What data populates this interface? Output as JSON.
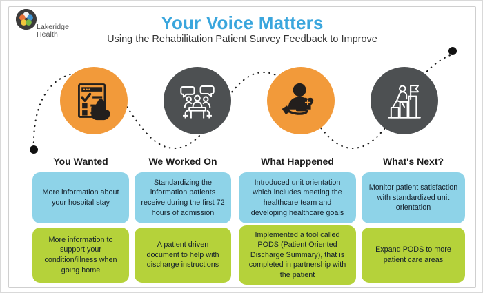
{
  "brand": {
    "logo_icon": "lakeridge-health-petal-logo",
    "name": "Lakeridge\nHealth",
    "logo_colors": {
      "circle": "#3b3b3b",
      "petal_orange": "#e8733a",
      "petal_yellow": "#f2c63c",
      "petal_green": "#77b843",
      "petal_blue": "#3f93d1",
      "petal_white": "#f2f2f2"
    }
  },
  "header": {
    "title": "Your Voice Matters",
    "subtitle": "Using the Rehabilitation Patient Survey Feedback to Improve",
    "title_color": "#3aa6dd"
  },
  "journey": {
    "start_dot": "black-dot-start",
    "end_dot": "black-dot-end",
    "path_style": "dotted-serpentine"
  },
  "columns": [
    {
      "id": "you-wanted",
      "header": "You Wanted",
      "icon": "survey-checklist-hand-icon",
      "icon_circle_color": "#F29A3A",
      "cards": [
        {
          "tone": "blue",
          "text": "More information about your hospital stay"
        },
        {
          "tone": "green",
          "text": "More information to support your condition/illness when going home"
        }
      ]
    },
    {
      "id": "we-worked-on",
      "header": "We Worked On",
      "icon": "team-meeting-discussion-icon",
      "icon_circle_color": "#4d5052",
      "cards": [
        {
          "tone": "blue",
          "text": "Standardizing the information patients receive during the first 72 hours of admission"
        },
        {
          "tone": "green",
          "text": "A patient driven document to help with discharge instructions"
        }
      ]
    },
    {
      "id": "what-happened",
      "header": "What Happened",
      "icon": "hand-holding-patient-heart-icon",
      "icon_circle_color": "#F29A3A",
      "cards": [
        {
          "tone": "blue",
          "text": "Introduced unit orientation which includes meeting the healthcare team and developing healthcare goals"
        },
        {
          "tone": "green",
          "text": "Implemented a tool called PODS (Patient Oriented Discharge Summary), that is completed in partnership with the patient"
        }
      ]
    },
    {
      "id": "whats-next",
      "header": "What's Next?",
      "icon": "person-climbing-bar-chart-flag-icon",
      "icon_circle_color": "#4d5052",
      "cards": [
        {
          "tone": "blue",
          "text": "Monitor patient satisfaction with standardized unit orientation"
        },
        {
          "tone": "green",
          "text": "Expand PODS to more patient care areas"
        }
      ]
    }
  ],
  "palette": {
    "blue_card": "#8ed3e8",
    "green_card": "#b5d23a",
    "orange": "#F29A3A",
    "dark_gray": "#4d5052"
  }
}
